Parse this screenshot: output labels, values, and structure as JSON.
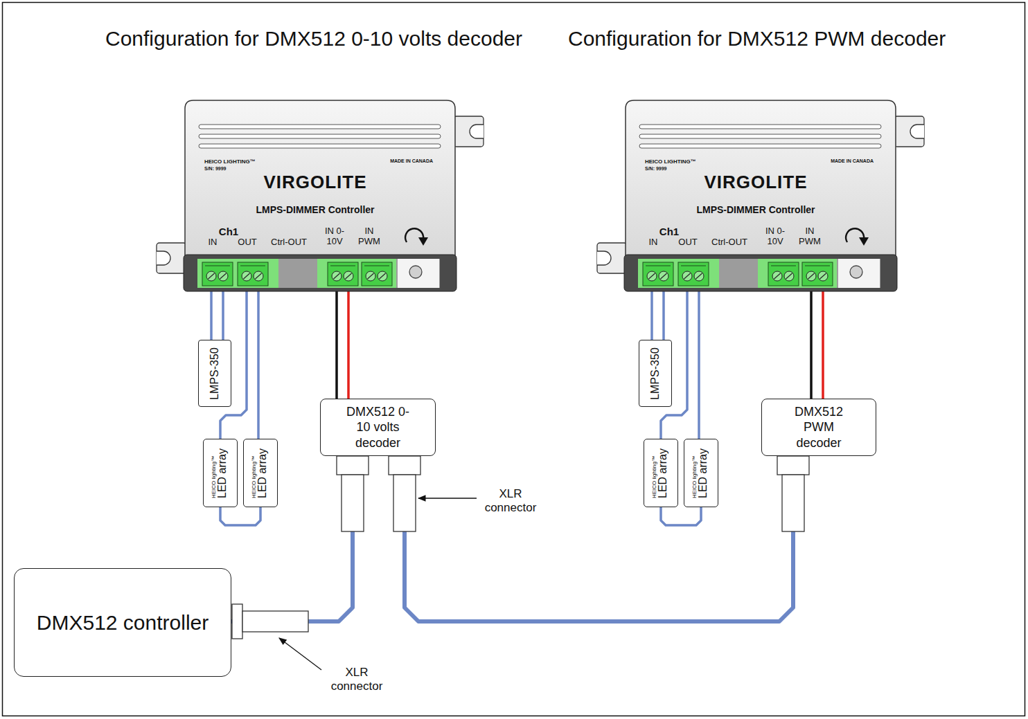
{
  "diagram": {
    "nodes": [
      {
        "text": [
          "HEICO LIGHTING™",
          "S/N: 9999",
          "MADE IN CANADA",
          "VIRGOLITE",
          "LMPS-DIMMER Controller",
          "Ch1",
          "IN",
          "OUT",
          "Ctrl-OUT",
          "IN 0-10V",
          "IN PWM"
        ]
      },
      {
        "text": [
          "HEICO LIGHTING™",
          "S/N: 9999",
          "MADE IN CANADA",
          "VIRGOLITE",
          "LMPS-DIMMER Controller",
          "Ch1",
          "IN",
          "OUT",
          "Ctrl-OUT",
          "IN 0-10V",
          "IN PWM"
        ]
      },
      {
        "text": [
          "LMPS-350"
        ]
      },
      {
        "text": [
          "DMX512 0-10 volts decoder"
        ]
      },
      {
        "text": [
          "LMPS-350"
        ]
      },
      {
        "text": [
          "DMX512 PWM decoder"
        ]
      },
      {
        "text": [
          "HEICO lighting™",
          "LED array"
        ]
      },
      {
        "text": [
          "HEICO lighting™",
          "LED array"
        ]
      },
      {
        "text": [
          "HEICO lighting™",
          "LED array"
        ]
      },
      {
        "text": [
          "HEICO lighting™",
          "LED array"
        ]
      },
      {
        "text": [
          "DMX512 controller"
        ]
      }
    ],
    "edges": [
      {
        "from": 0,
        "to": 2,
        "arrow": "none"
      },
      {
        "from": 0,
        "to": 6,
        "arrow": "none"
      },
      {
        "from": 0,
        "to": 7,
        "arrow": "none"
      },
      {
        "from": 6,
        "to": 7,
        "arrow": "none"
      },
      {
        "from": 0,
        "to": 3,
        "arrow": "none"
      },
      {
        "from": 1,
        "to": 4,
        "arrow": "none"
      },
      {
        "from": 1,
        "to": 8,
        "arrow": "none"
      },
      {
        "from": 1,
        "to": 9,
        "arrow": "none"
      },
      {
        "from": 8,
        "to": 9,
        "arrow": "none"
      },
      {
        "from": 1,
        "to": 5,
        "arrow": "none"
      },
      {
        "from": 10,
        "to": 3,
        "arrow": "none"
      },
      {
        "from": 3,
        "to": 5,
        "arrow": "none"
      }
    ],
    "labels": [
      "Configuration for DMX512 0-10 volts decoder",
      "Configuration for DMX512 PWM decoder",
      "XLR connector",
      "XLR connector"
    ]
  }
}
